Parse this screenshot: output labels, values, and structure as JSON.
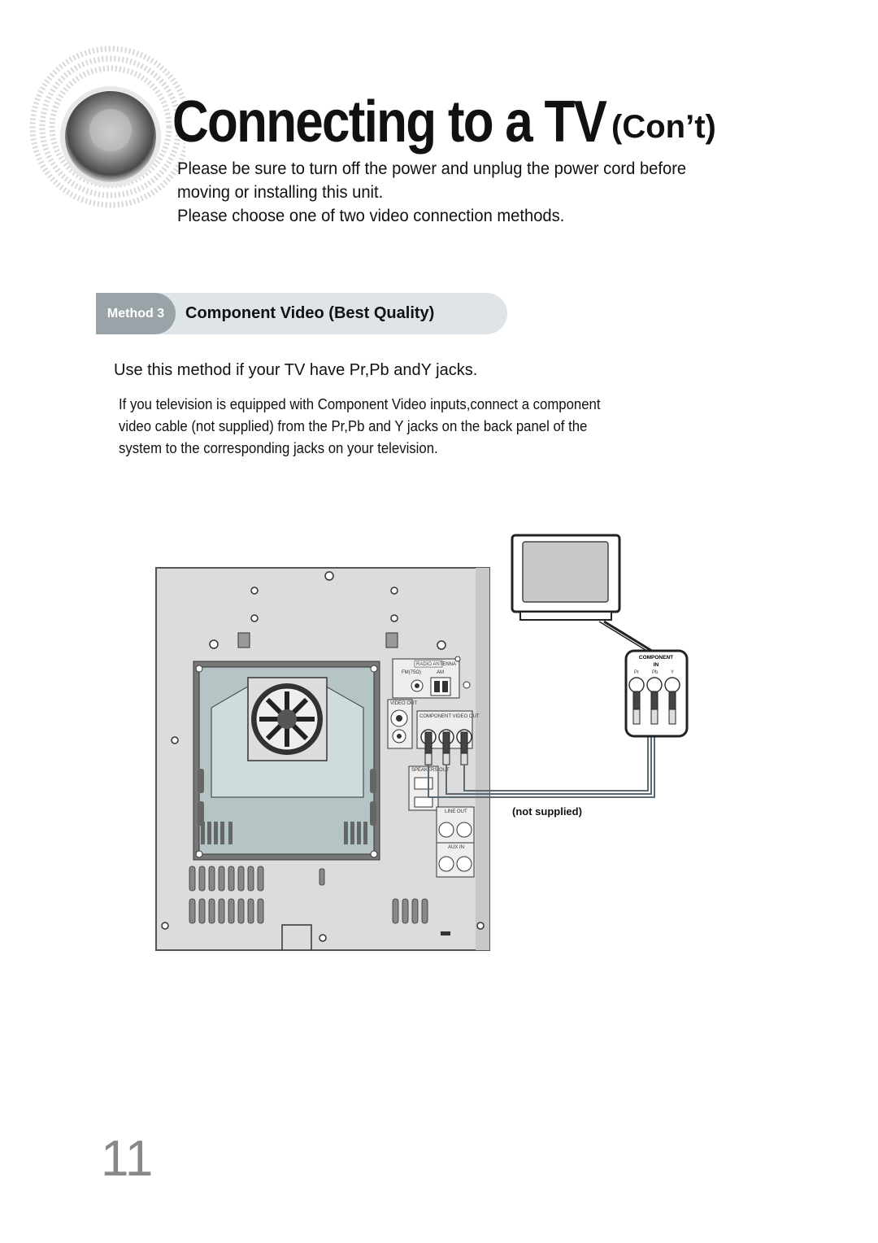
{
  "header": {
    "title": "Connecting to a TV",
    "title_suffix": "(Con’t)",
    "intro_line1": "Please be sure to turn off the power and unplug the power cord before",
    "intro_line2": "moving or installing this unit.",
    "intro_line3": "Please choose one of two video connection methods."
  },
  "method": {
    "tag": "Method 3",
    "title": "Component Video (Best Quality)"
  },
  "content": {
    "use_line": "Use this method if your TV have Pr,Pb andY jacks.",
    "body_line1": "If you television is equipped with Component Video inputs,connect a component",
    "body_line2": "video cable (not supplied) from the Pr,Pb and Y jacks on the back panel of the",
    "body_line3": "system to the corresponding jacks on your television."
  },
  "diagram": {
    "tv_panel_label": "COMPONENT",
    "tv_panel_sub": "IN",
    "jack_pr": "Pr",
    "jack_pb": "Pb",
    "jack_y": "Y",
    "video_out": "VIDEO OUT",
    "component_video_out": "COMPONENT VIDEO OUT",
    "fm_antenna": "FM(75Ω)",
    "am_antenna": "AM",
    "radio_antenna": "RADIO ANTENNA",
    "speaker_label": "SPEAKERS OUT",
    "line_out": "LINE OUT",
    "aux_in": "AUX IN",
    "cable_note": "(not supplied)"
  },
  "footer": {
    "page_number": "11"
  }
}
